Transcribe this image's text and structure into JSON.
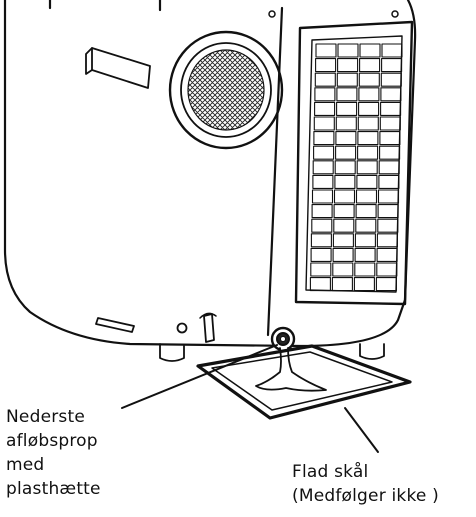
{
  "callouts": {
    "drain_plug": [
      "Nederste",
      "afløbsprop",
      "med",
      "plasthætte"
    ],
    "flat_tray": [
      "Flad skål",
      "(Medfølger ikke )"
    ]
  },
  "colors": {
    "line": "#111111",
    "background": "#ffffff"
  }
}
